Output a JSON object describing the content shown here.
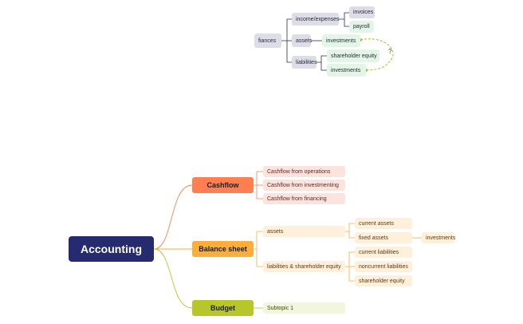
{
  "top_map": {
    "root": "fiances",
    "income_expenses": "income/expenses",
    "invoices": "invoices",
    "payroll": "payroll",
    "assets": "assets",
    "investments": "investments",
    "liabilities": "liabilities",
    "shareholder_equity": "shareholder equity",
    "investments_2": "investments",
    "question": "?"
  },
  "main_map": {
    "root": "Accounting",
    "cashflow": {
      "label": "Cashflow",
      "items": [
        "Cashflow from operations",
        "Cashflow from investmenting",
        "Cashflow from financing"
      ]
    },
    "balance_sheet": {
      "label": "Balance sheet",
      "assets": "assets",
      "current_assets": "current assets",
      "fixed_assets": "fixed assets",
      "investments": "investments",
      "liabilities_equity": "liabilities & shareholder equity",
      "current_liabilities": "current liabilities",
      "noncurrent_liabilities": "noncurrent liabilities",
      "shareholder_equity": "shareholder equity"
    },
    "budget": {
      "label": "Budget",
      "subtopic": "Subtopic 1"
    }
  },
  "colors": {
    "root": "#262a6e",
    "cashflow": "#ff7f50",
    "balance_sheet": "#fdae3a",
    "budget": "#b7c62b",
    "dashed_link": "#9fc72a"
  }
}
